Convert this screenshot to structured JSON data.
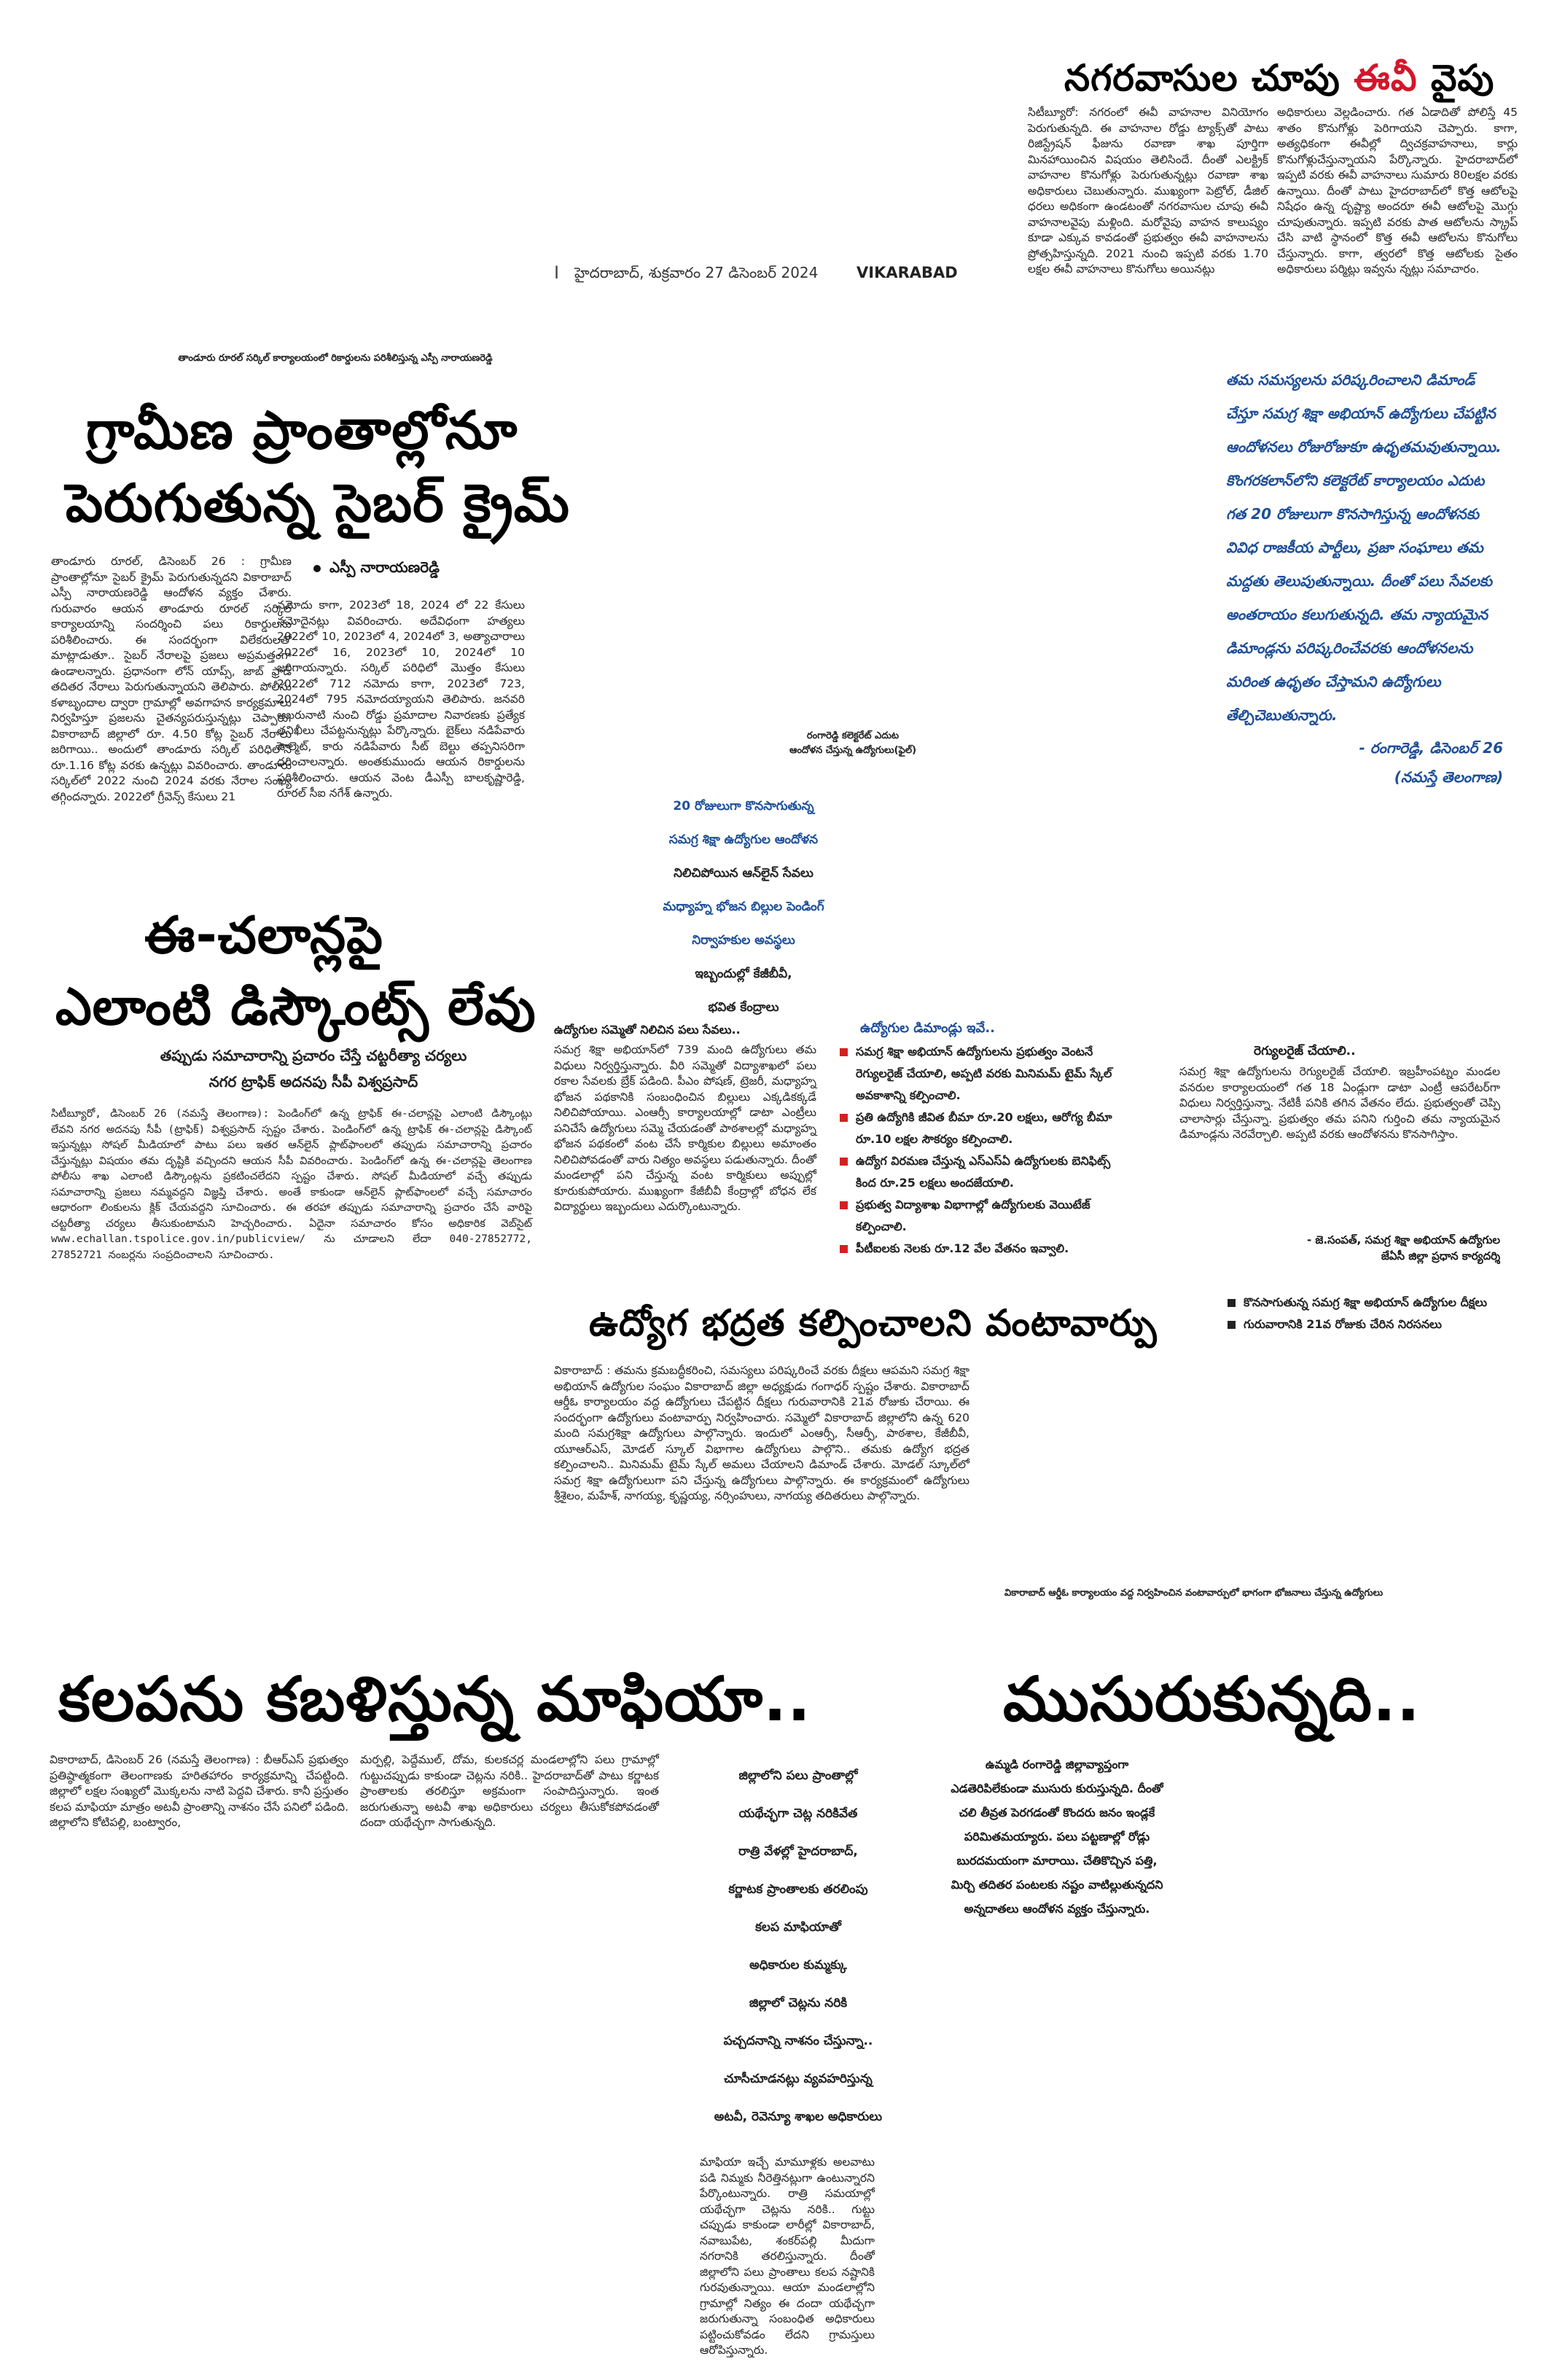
{
  "masthead": {
    "separator": "I",
    "date_line": "హైదరాబాద్, శుక్రవారం 27 డిసెంబర్ 2024",
    "edition": "VIKARABAD"
  },
  "ev_story": {
    "headline_pre": "నగరవాసుల చూపు ",
    "headline_ev": "ఈవీ",
    "headline_post": " వైపు",
    "col1": "సిటీబ్యూరో: నగరంలో ఈవీ వాహనాల వినియోగం పెరుగుతున్నది. ఈ వాహనాల రోడ్డు ట్యాక్స్‌తో పాటు రిజిస్ట్రేషన్ ఫీజును రవాణా శాఖ పూర్తిగా మినహాయించిన విషయం తెలిసిందే. దీంతో ఎలక్ట్రిక్ వాహనాల కొనుగోళ్లు పెరుగుతున్నట్లు రవాణా శాఖ అధికారులు చెబుతున్నారు. ముఖ్యంగా పెట్రోల్, డీజిల్ ధరలు అధికంగా ఉండటంతో నగరవాసుల చూపు ఈవీ వాహనాలవైపు మళ్లింది. మరోవైపు వాహన కాలుష్యం కూడా ఎక్కువ కావడంతో ప్రభుత్వం ఈవీ వాహనాలను ప్రోత్సహిస్తున్నది. 2021 నుంచి ఇప్పటి వరకు 1.70 లక్షల ఈవీ వాహనాలు కొనుగోలు అయినట్లు",
    "col2": "అధికారులు వెల్లడించారు. గత ఏడాదితో పోలిస్తే 45 శాతం కొనుగోళ్లు పెరిగాయని చెప్పారు. కాగా, అత్యధికంగా ఈవీల్లో ద్విచక్రవాహనాలు, కార్లు కొనుగోళ్లుచేస్తున్నాయని పేర్కొన్నారు. హైదరాబాద్‌లో ఇప్పటి వరకు ఈవీ వాహనాలు సుమారు 80లక్షల వరకు ఉన్నాయి. దీంతో పాటు హైదరాబాద్‌లో కొత్త ఆటోలపై నిషేధం ఉన్న దృష్ట్యా అందరూ ఈవీ ఆటోలపై మొగ్గు చూపుతున్నారు. ఇప్పటి వరకు పాత ఆటోలను స్క్రాప్ చేసి వాటి స్థానంలో కొత్త ఈవీ ఆటోలను కొనుగోలు చేస్తున్నారు. కాగా, త్వరలో కొత్త ఆటోలకు సైతం అధికారులు పర్మిట్లు ఇవ్వను న్నట్లు సమాచారం."
  },
  "cyber_story": {
    "photo_caption": "తాండూరు రూరల్ సర్కిల్ కార్యాలయంలో రికార్డులను పరిశీలిస్తున్న ఎస్పీ నారాయణరెడ్డి",
    "headline_line1": "గ్రామీణ ప్రాంతాల్లోనూ",
    "headline_line2": "పెరుగుతున్న సైబర్ క్రైమ్",
    "byline": "ఎస్పీ నారాయణరెడ్డి",
    "col1": "తాండూరు రూరల్, డిసెంబర్ 26 : గ్రామీణ ప్రాంతాల్లోనూ సైబర్ క్రైమ్ పెరుగుతున్నదని వికారాబాద్ ఎస్పీ నారాయణరెడ్డి ఆందోళన వ్యక్తం చేశారు. గురువారం ఆయన తాండూరు రూరల్ సర్కిల్ కార్యాలయాన్ని సందర్శించి పలు రికార్డులను పరిశీలించారు. ఈ సందర్భంగా విలేకరులతో మాట్లాడుతూ.. సైబర్ నేరాలపై ప్రజలు అప్రమత్తంగా ఉండాలన్నారు. ప్రధానంగా లోన్ యాప్స్, జాబ్ ఫ్రాడ్ తదితర నేరాలు పెరుగుతున్నాయని తెలిపారు. పోలీసు కళాబృందాల ద్వారా గ్రామాల్లో అవగాహన కార్యక్రమాలు నిర్వహిస్తూ ప్రజలను చైతన్యపరుస్తున్నట్లు చెప్పారు. వికారాబాద్ జిల్లాలో రూ. 4.50 కోట్ల సైబర్ నేరాలు జరిగాయి.. అందులో తాండూరు సర్కిల్ పరిధిలోనే రూ.1.16 కోట్ల వరకు ఉన్నట్లు వివరించారు. తాండూరు సర్కిల్‌లో 2022 నుంచి 2024 వరకు నేరాల సంఖ్య తగ్గిందన్నారు. 2022లో గ్రీవెన్స్ కేసులు 21",
    "col2": "నమోదు కాగా, 2023లో 18, 2024 లో 22 కేసులు నమోదైనట్లు వివరించారు. అదేవిధంగా హత్యలు 2022లో 10, 2023లో 4, 2024లో 3, అత్యాచారాలు 2022లో 16, 2023లో 10, 2024లో 10 జరిగాయన్నారు. సర్కిల్ పరిధిలో మొత్తం కేసులు 2022లో 712 నమోదు కాగా, 2023లో 723, 2024లో 795 నమోదయ్యాయని తెలిపారు. జనవరి ఆఖరునాటి నుంచి రోడ్డు ప్రమాదాల నివారణకు ప్రత్యేక తనిఖీలు చేపట్టనున్నట్లు పేర్కొన్నారు. బైక్‌లు నడిపేవారు హెల్మెట్, కారు నడిపేవారు సీట్ బెల్టు తప్పనిసరిగా ధరించాలన్నారు. అంతకుముందు ఆయన రికార్డులను పరిశీలించారు. ఆయన వెంట డీఎస్పీ బాలకృష్ణారెడ్డి, రూరల్ సీఐ నగేశ్ ఉన్నారు."
  },
  "echallan_story": {
    "headline_line1": "ఈ-చలాన్లపై",
    "headline_line2": "ఎలాంటి డిస్కౌంట్స్ లేవు",
    "deck_line1": "తప్పుడు సమాచారాన్ని ప్రచారం చేస్తే చట్టరీత్యా చర్యలు",
    "deck_line2": "నగర ట్రాఫిక్ అదనపు సీపీ విశ్వప్రసాద్",
    "body": "సిటీబ్యూరో, డిసెంబర్ 26 (నమస్తే తెలంగాణ): పెండింగ్‌లో ఉన్న ట్రాఫిక్ ఈ-చలాన్లపై ఎలాంటి డిస్కౌంట్లు లేవని నగర అదనపు సీపీ (ట్రాఫిక్) విశ్వప్రసాద్ స్పష్టం చేశారు. పెండింగ్‌లో ఉన్న ట్రాఫిక్ ఈ-చలాన్లపై డిస్కౌంట్ ఇస్తున్నట్లు సోషల్ మీడియాలో పాటు పలు ఇతర ఆన్‌లైన్ ప్లాట్‌ఫాంలలో తప్పుడు సమాచారాన్ని ప్రచారం చేస్తున్నట్లు విషయం తమ దృష్టికి వచ్చిందని ఆయన సీపీ వివరించారు. పెండింగ్‌లో ఉన్న ఈ-చలాన్లపై తెలంగాణ పోలీసు శాఖ ఎలాంటి డిస్కౌంట్లను ప్రకటించలేదని స్పష్టం చేశారు. సోషల్ మీడియాలో వచ్చే తప్పుడు సమాచారాన్ని ప్రజలు నమ్మవద్దని విజ్ఞప్తి చేశారు. అంతే కాకుండా ఆన్‌లైన్ ప్లాట్‌ఫాంలలో వచ్చే సమాచారం ఆధారంగా లింకులను క్లిక్ చేయవద్దని సూచించారు. ఈ తరహా తప్పుడు సమాచారాన్ని ప్రచారం చేసే వారిపై చట్టరీత్యా చర్యలు తీసుకుంటామని హెచ్చరించారు. ఏదైనా సమాచారం కోసం అధికారిక వెబ్‌సైట్ www.echallan.tspolice.gov.in/publicview/ ను చూడాలని లేదా 040-27852772, 27852721 నంబర్లను సంప్రదించాలని సూచించారు."
  },
  "samagra_story": {
    "photo_caption_line1": "రంగారెడ్డి కలెక్టరేట్ ఎదుట",
    "photo_caption_line2": "ఆందోళన చేస్తున్న ఉద్యోగులు(ఫైల్)",
    "quote": "తమ సమస్యలను పరిష్కరించాలని డిమాండ్ చేస్తూ సమగ్ర శిక్షా అభియాన్ ఉద్యోగులు చేపట్టిన ఆందోళనలు రోజురోజుకూ ఉధృతమవుతున్నాయి. కొంగరకలాన్‌లోని కలెక్టరేట్ కార్యాలయం ఎదుట గత 20 రోజులుగా కొనసాగిస్తున్న ఆందోళనకు వివిధ రాజకీయ పార్టీలు, ప్రజా సంఘాలు తమ మద్దతు తెలుపుతున్నాయి. దీంతో పలు సేవలకు అంతరాయం కలుగుతున్నది. తమ న్యాయమైన డిమాండ్లను పరిష్కరించేవరకు ఆందోళనలను మరింత ఉధృతం చేస్తామని ఉద్యోగులు తేల్చిచెబుతున్నారు.",
    "quote_dateline": "- రంగారెడ్డి, డిసెంబర్ 26",
    "quote_source": "(నమస్తే తెలంగాణ)",
    "center": [
      {
        "text": "20 రోజులుగా కొనసాగుతున్న",
        "color": "#1d4f99"
      },
      {
        "text": "సమగ్ర శిక్షా ఉద్యోగుల ఆందోళన",
        "color": "#1d4f99"
      },
      {
        "text": "నిలిచిపోయిన ఆన్‌లైన్ సేవలు",
        "color": "#222222"
      },
      {
        "text": "మధ్యాహ్న భోజన బిల్లుల పెండింగ్",
        "color": "#1d4f99"
      },
      {
        "text": "నిర్వాహకుల అవస్థలు",
        "color": "#1d4f99"
      },
      {
        "text": "ఇబ్బందుల్లో కేజీబీవీ,",
        "color": "#222222"
      },
      {
        "text": "భవిత కేంద్రాలు",
        "color": "#222222"
      }
    ],
    "services_title": "ఉద్యోగుల సమ్మెతో నిలిచిన పలు సేవలు..",
    "services_body": "సమగ్ర శిక్షా అభియాన్‌లో 739 మంది ఉద్యోగులు తమ విధులు నిర్వర్తిస్తున్నారు. వీరి సమ్మెతో విద్యాశాఖలో పలు రకాల సేవలకు బ్రేక్ పడింది. పీఎం పోషణ్, ట్రెజరీ, మధ్యాహ్న భోజన పథకానికి సంబంధించిన బిల్లులు ఎక్కడికక్కడే నిలిచిపోయాయి. ఎంఆర్సీ కార్యాలయాల్లో డాటా ఎంట్రీలు పనిచేసే ఉద్యోగులు సమ్మె చేయడంతో పాఠశాలల్లో మధ్యాహ్న భోజన పథకంలో వంట చేసే కార్మికుల బిల్లులు అమాంతం నిలిచిపోవడంతో వారు నిత్యం అవస్థలు పడుతున్నారు. దీంతో మండలాల్లో పని చేస్తున్న వంట కార్మికులు అప్పుల్లో కూరుకుపోయారు. ముఖ్యంగా కేజీబీవీ కేంద్రాల్లో బోధన లేక విద్యార్థులు ఇబ్బందులు ఎదుర్కొంటున్నారు.",
    "demands_title": "ఉద్యోగుల డిమాండ్లు ఇవే..",
    "demands": [
      "సమగ్ర శిక్షా అభియాన్ ఉద్యోగులను ప్రభుత్వం వెంటనే రెగ్యులరైజ్ చేయాలి, అప్పటి వరకు మినిమమ్ టైమ్ స్కేల్ అవకాశాన్ని కల్పించాలి.",
      "ప్రతి ఉద్యోగికి జీవిత బీమా రూ.20 లక్షలు, ఆరోగ్య బీమా రూ.10 లక్షల సౌకర్యం కల్పించాలి.",
      "ఉద్యోగ విరమణ చేస్తున్న ఎస్ఎస్ఏ ఉద్యోగులకు బెనిఫిట్స్ కింద రూ.25 లక్షలు అందజేయాలి.",
      "ప్రభుత్వ విద్యాశాఖ విభాగాల్లో ఉద్యోగులకు వెయిటేజ్ కల్పించాలి.",
      "పీటీఐలకు నెలకు రూ.12 వేల వేతనం ఇవ్వాలి."
    ],
    "regular_title": "రెగ్యులరైజ్ చేయాలి..",
    "regular_body": "సమగ్ర శిక్షా ఉద్యోగులను రెగ్యులరైజ్ చేయాలి. ఇబ్రహీంపట్నం మండల వనరుల కార్యాలయంలో గత 18 ఏండ్లుగా డాటా ఎంట్రీ ఆపరేటర్‌గా విధులు నిర్వర్తిస్తున్నా. నేటికీ పనికి తగిన వేతనం లేదు. ప్రభుత్వంతో చెప్పి చాలాసార్లు చేస్తున్నా. ప్రభుత్వం తమ పనిని గుర్తించి తమ న్యాయమైన డిమాండ్లను నెరవేర్చాలి. అప్పటి వరకు ఆందోళనను కొనసాగిస్తాం.",
    "regular_source_line1": "- జె.సంపత్, సమగ్ర శిక్షా అభియాన్ ఉద్యోగుల",
    "regular_source_line2": "జేఏసీ జిల్లా ప్రధాన కార్యదర్శి"
  },
  "cooks_story": {
    "headline": "ఉద్యోగ భద్రత కల్పించాలని వంటావార్పు",
    "bullets": [
      "కొనసాగుతున్న సమగ్ర శిక్షా అభియాన్ ఉద్యోగుల దీక్షలు",
      "గురువారానికి 21వ రోజుకు చేరిన నిరసనలు"
    ],
    "body": "వికారాబాద్ : తమను క్రమబద్ధీకరించి, సమస్యలు పరిష్కరించే వరకు దీక్షలు ఆపమని సమగ్ర శిక్షా అభియాన్ ఉద్యోగుల సంఘం వికారాబాద్ జిల్లా అధ్యక్షుడు గంగాధర్ స్పష్టం చేశారు. వికారాబాద్ ఆర్డీఓ కార్యాలయం వద్ద ఉద్యోగులు చేపట్టిన దీక్షలు గురువారానికి 21వ రోజుకు చేరాయి. ఈ సందర్భంగా ఉద్యోగులు వంటావార్పు నిర్వహించారు. సమ్మెలో వికారాబాద్ జిల్లాలోని ఉన్న 620 మంది సమగ్రశిక్షా ఉద్యోగులు పాల్గొన్నారు. ఇందులో ఎంఆర్సీ, సీఆర్పీ, పాఠశాల, కేజీబీవీ, యూఆర్ఎస్, మోడల్ స్కూల్ విభాగాల ఉద్యోగులు పాల్గొని.. తమకు ఉద్యోగ భద్రత కల్పించాలని.. మినిమమ్ టైమ్ స్కేల్ అమలు చేయాలని డిమాండ్ చేశారు. మోడల్ స్కూల్‌లో సమగ్ర శిక్షా ఉద్యోగులుగా పని చేస్తున్న ఉద్యోగులు పాల్గొన్నారు. ఈ కార్యక్రమంలో ఉద్యోగులు శ్రీశైలం, మహేశ్, నాగయ్య, కృష్ణయ్య, నర్సింహులు, నాగయ్య తదితరులు పాల్గొన్నారు.",
    "photo_caption": "వికారాబాద్ ఆర్డీఓ కార్యాలయం వద్ద నిర్వహించిన వంటావార్పులో భాగంగా భోజనాలు చేస్తున్న ఉద్యోగులు"
  },
  "sand_story": {
    "headline": "కలపను కబళిస్తున్న మాఫియా..",
    "col1": "వికారాబాద్, డిసెంబర్ 26 (నమస్తే తెలంగాణ) : బీఆర్ఎస్ ప్రభుత్వం ప్రతిష్ఠాత్మకంగా తెలంగాణకు హరితహారం కార్యక్రమాన్ని చేపట్టింది. జిల్లాలో లక్షల సంఖ్యలో మొక్కలను నాటి పెద్దవి చేశారు. కానీ ప్రస్తుతం కలప మాఫియా మాత్రం అటవీ ప్రాంతాన్ని నాశనం చేసే పనిలో పడింది. జిల్లాలోని కోటిపల్లి, బంట్వారం,",
    "col2": "మర్పల్లి, పెద్దేముల్, దోమ, కులకచర్ల మండలాల్లోని పలు గ్రామాల్లో గుట్టుచప్పుడు కాకుండా చెట్లను నరికి.. హైదరాబాద్‌తో పాటు కర్ణాటక ప్రాంతాలకు తరలిస్తూ అక్రమంగా సంపాదిస్తున్నారు. ఇంత జరుగుతున్నా అటవీ శాఖ అధికారులు చర్యలు తీసుకోకపోవడంతో దందా యథేచ్ఛగా సాగుతున్నది.",
    "callout": [
      "జిల్లాలోని పలు ప్రాంతాల్లో",
      "యథేచ్ఛగా చెట్ల నరికివేత",
      "రాత్రి వేళల్లో హైదరాబాద్,",
      "కర్ణాటక ప్రాంతాలకు తరలింపు",
      "కలప మాఫియాతో",
      "అధికారుల కుమ్మక్కు",
      "జిల్లాలో చెట్లను నరికి",
      "పచ్చదనాన్ని నాశనం చేస్తున్నా..",
      "చూసీచూడనట్లు వ్యవహరిస్తున్న",
      "అటవీ, రెవెన్యూ శాఖల అధికారులు"
    ],
    "col3": "మాఫియా ఇచ్చే మామూళ్లకు అలవాటు పడి నిమ్మకు నీరెత్తినట్లుగా ఉంటున్నారని పేర్కొంటున్నారు. రాత్రి సమయాల్లో యథేచ్ఛగా చెట్లను నరికి.. గుట్టు చప్పుడు కాకుండా లారీల్లో వికారాబాద్, నవాబుపేట, శంకర్‌పల్లి మీదుగా నగరానికి తరలిస్తున్నారు. దీంతో జిల్లాలోని పలు ప్రాంతాలు కలప నష్టానికి గురవుతున్నాయి. ఆయా మండలాల్లోని గ్రామాల్లో నిత్యం ఈ దందా యథేచ్ఛగా జరుగుతున్నా సంబంధిత అధికారులు పట్టించుకోవడం లేదని గ్రామస్తులు ఆరోపిస్తున్నారు."
  },
  "fog_story": {
    "headline": "ముసురుకున్నది..",
    "body": "ఉమ్మడి రంగారెడ్డి జిల్లావ్యాప్తంగా ఎడతెరిపిలేకుండా ముసురు కురుస్తున్నది. దీంతో చలి తీవ్రత పెరగడంతో కొందరు జనం ఇండ్లకే పరిమితమయ్యారు. పలు పట్టణాల్లో రోడ్లు బురదమయంగా మారాయి. చేతికొచ్చిన పత్తి, మిర్చి తదితర పంటలకు నష్టం వాటిల్లుతున్నదని అన్నదాతలు ఆందోళన వ్యక్తం చేస్తున్నారు."
  }
}
